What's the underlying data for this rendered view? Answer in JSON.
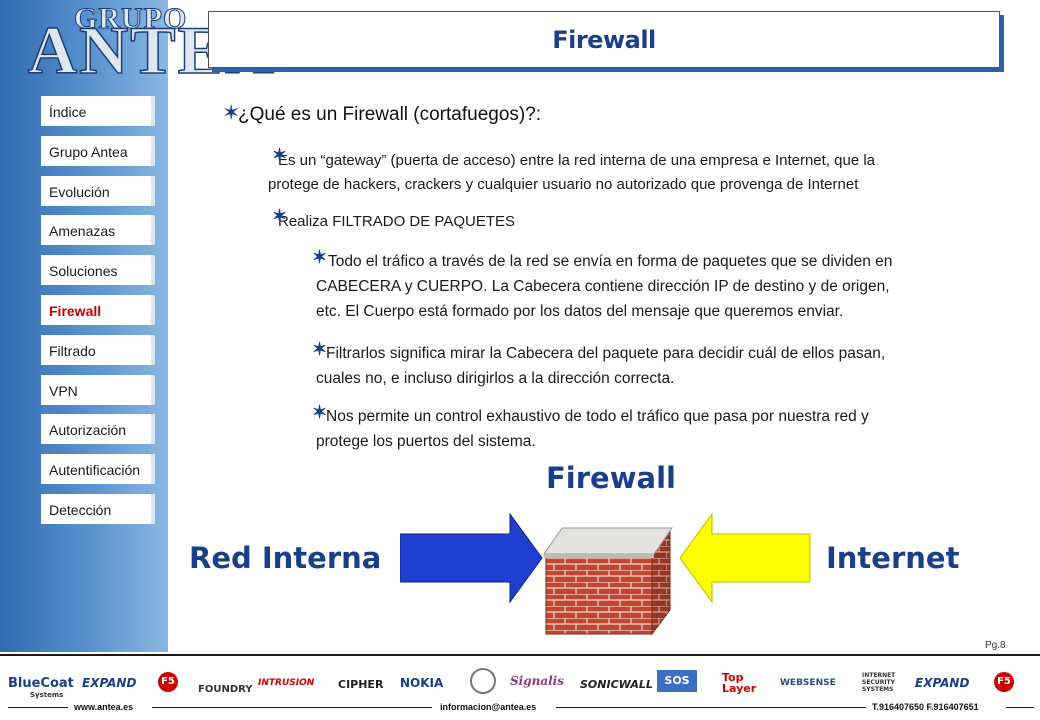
{
  "header": {
    "logo_top": "GRUPO",
    "logo_main": "ANTEA",
    "title": "Firewall"
  },
  "sidebar": {
    "items": [
      {
        "label": "Índice",
        "active": false
      },
      {
        "label": "Grupo Antea",
        "active": false
      },
      {
        "label": "Evolución",
        "active": false
      },
      {
        "label": "Amenazas",
        "active": false
      },
      {
        "label": "Soluciones",
        "active": false
      },
      {
        "label": "Firewall",
        "active": true
      },
      {
        "label": "Filtrado",
        "active": false
      },
      {
        "label": "VPN",
        "active": false
      },
      {
        "label": "Autorización",
        "active": false
      },
      {
        "label": "Autentificación",
        "active": false
      },
      {
        "label": "Detección",
        "active": false
      }
    ]
  },
  "content": {
    "question": "¿Qué es un Firewall (cortafuegos)?:",
    "def_1": "Es un “gateway” (puerta de acceso) entre la red interna de una empresa e Internet, que la",
    "def_2": "protege de hackers, crackers y cualquier usuario no autorizado que provenga de Internet",
    "filter": "Realiza FILTRADO DE PAQUETES",
    "sub1_1": "Todo el tráfico a través de la red se envía en forma de paquetes que se dividen en",
    "sub1_2": "CABECERA y CUERPO.  La Cabecera contiene dirección IP de destino y de origen,",
    "sub1_3": "etc. El Cuerpo está formado por los datos del mensaje que queremos enviar.",
    "sub2_1": "Filtrarlos significa mirar la Cabecera del paquete para decidir cuál de ellos pasan,",
    "sub2_2": "cuales no, e incluso dirigirlos a la dirección correcta.",
    "sub3_1": "Nos permite un control exhaustivo de todo el tráfico que pasa por nuestra red y",
    "sub3_2": "protege los puertos del sistema."
  },
  "diagram": {
    "firewall_label": "Firewall",
    "left_label": "Red Interna",
    "right_label": "Internet",
    "colors": {
      "left_arrow": "#1f3fd0",
      "right_arrow": "#ffff00",
      "brick": "#c4452f",
      "text": "#1a3f8a"
    }
  },
  "page_number": "Pg.8",
  "footer": {
    "logos": {
      "bluecoat": "BlueCoat",
      "bluecoat_sub": "Systems",
      "expand1": "EXPAND",
      "f5_1": "F5",
      "foundry": "FOUNDRY",
      "intrusion": "INTRUSION",
      "cipher": "CIPHER",
      "nokia": "NOKIA",
      "signalis": "Signalis",
      "sonicwall": "SONICWALL",
      "sos": "SOS",
      "toplayer": "Top Layer",
      "websense": "WEBSENSE",
      "iss": "INTERNET SECURITY SYSTEMS",
      "expand2": "EXPAND",
      "f5_2": "F5"
    },
    "website": "www.antea.es",
    "email": "informacion@antea.es",
    "phone": "T.916407650 F.916407651"
  }
}
